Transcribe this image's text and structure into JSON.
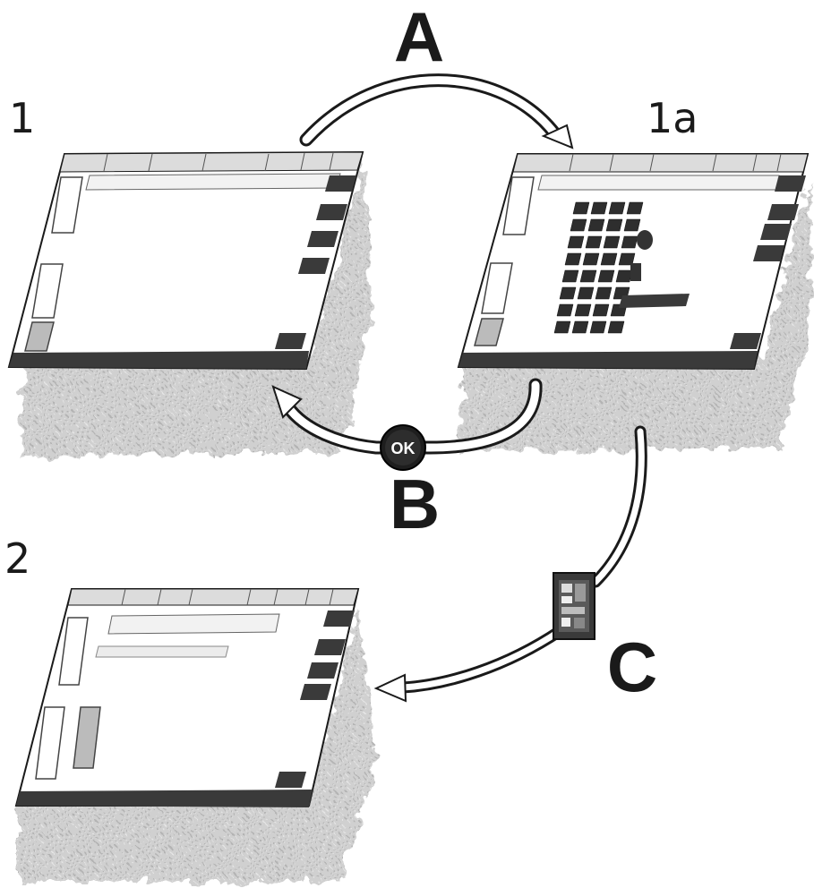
{
  "labels": {
    "screen_1": "1",
    "screen_1a": "1a",
    "screen_2": "2",
    "step_a": "A",
    "step_b": "B",
    "step_c": "C"
  },
  "ok_button": {
    "label": "OK"
  },
  "colors": {
    "ink": "#1a1a1a",
    "shadow": "#b9b9b9",
    "panel": "#3a3a3a",
    "screen_bg": "#ffffff",
    "ok_fill": "#1e1e1e"
  }
}
